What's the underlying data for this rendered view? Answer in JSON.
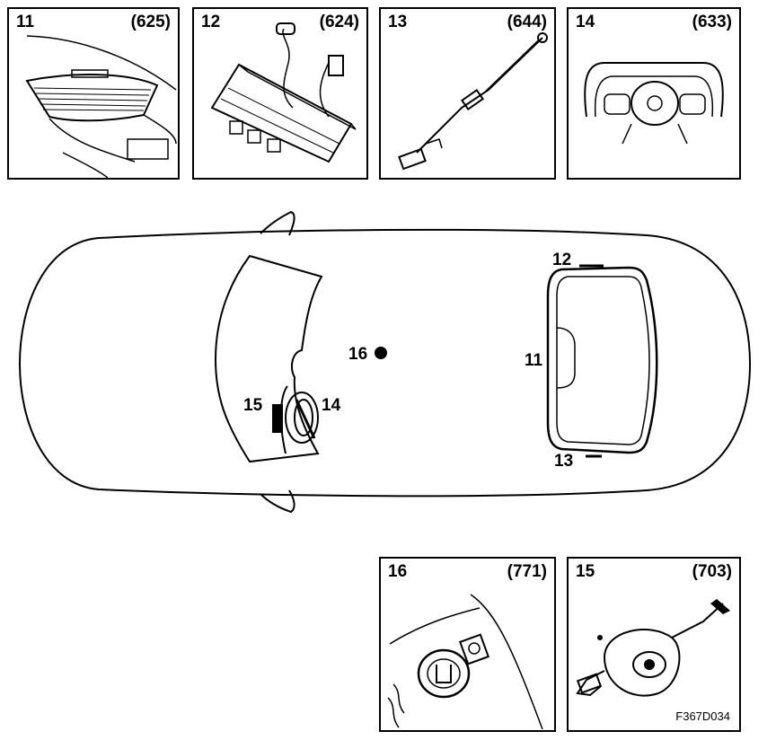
{
  "panels": {
    "p11": {
      "number": "11",
      "code": "(625)"
    },
    "p12": {
      "number": "12",
      "code": "(624)"
    },
    "p13": {
      "number": "13",
      "code": "(644)"
    },
    "p14": {
      "number": "14",
      "code": "(633)"
    },
    "p16": {
      "number": "16",
      "code": "(771)"
    },
    "p15": {
      "number": "15",
      "code": "(703)",
      "figure_code": "F367D034"
    }
  },
  "callouts": {
    "c16": "16",
    "c15": "15",
    "c14": "14",
    "c12": "12",
    "c11": "11",
    "c13": "13"
  }
}
